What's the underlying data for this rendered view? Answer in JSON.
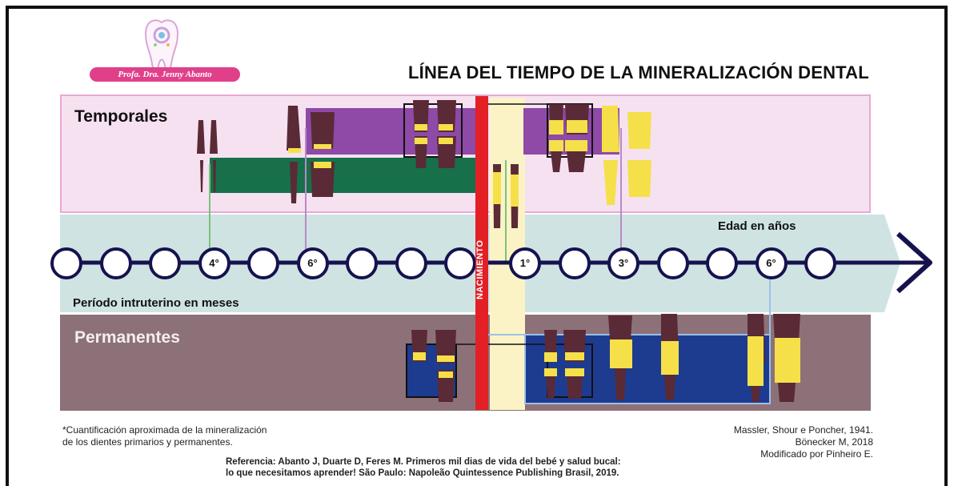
{
  "logo": {
    "caption": "Profa. Dra. Jenny Abanto"
  },
  "title": "LÍNEA DEL TIEMPO DE LA MINERALIZACIÓN DENTAL",
  "sections": {
    "temporales": "Temporales",
    "permanentes": "Permanentes"
  },
  "timeline": {
    "edad_label": "Edad en años",
    "periodo_label": "Período intruterino en meses",
    "nacimiento": "NACIMIENTO",
    "circles_before": [
      "",
      "",
      "",
      "4°",
      "",
      "6°",
      "",
      "",
      ""
    ],
    "circles_after": [
      "1°",
      "",
      "3°",
      "",
      "",
      "6°",
      ""
    ]
  },
  "footer": {
    "note_line1": "*Cuantificación aproximada de la mineralización",
    "note_line2": "de los dientes primarios y permanentes.",
    "credit_line1": "Massler, Shour e Poncher, 1941.",
    "credit_line2": "Bönecker M, 2018",
    "credit_line3": "Modificado por Pinheiro E.",
    "ref_line1": "Referencia: Abanto J, Duarte D, Feres M. Primeros mil dias de vida del bebé y salud bucal:",
    "ref_line2": "lo que necesitamos aprender! São Paulo: Napoleão Quintessence Publishing Brasil, 2019."
  },
  "colors": {
    "purple": "#8e4aa6",
    "green": "#17704a",
    "blue": "#1d3c8f",
    "tooth": "#5a2a36",
    "crown": "#f5e04a",
    "red": "#e22026",
    "ring": "#15124e"
  }
}
